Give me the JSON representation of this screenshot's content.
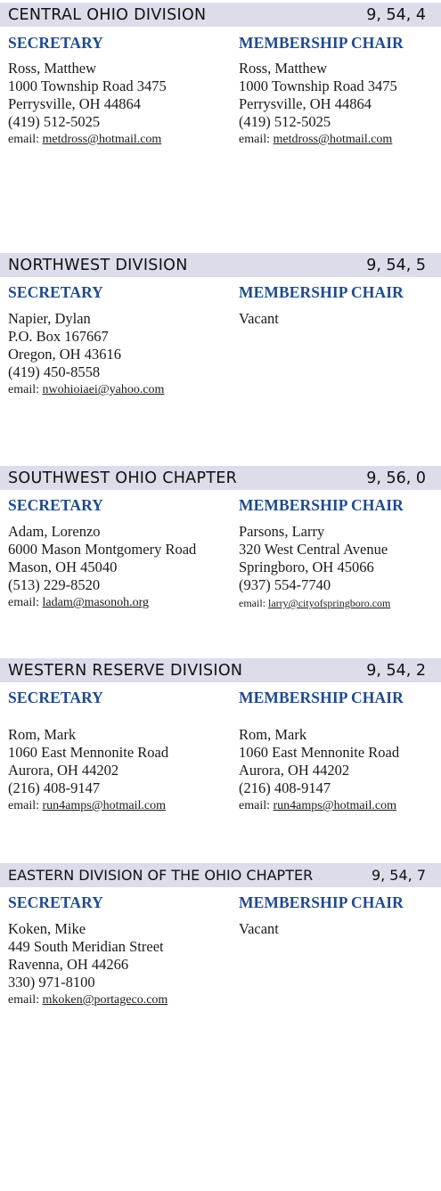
{
  "sections": [
    {
      "title": "CENTRAL OHIO DIVISION",
      "code": "9, 54, 4",
      "secretary": {
        "heading": "SECRETARY",
        "name": "Ross, Matthew",
        "address1": "1000 Township Road 3475",
        "address2": "Perrysville, OH 44864",
        "phone": "(419) 512-5025",
        "email_label": "email: ",
        "email": "metdross@hotmail.com"
      },
      "membership": {
        "heading": "MEMBERSHIP CHAIR",
        "name": "Ross, Matthew",
        "address1": "1000 Township Road 3475",
        "address2": "Perrysville, OH 44864",
        "phone": "(419) 512-5025",
        "email_label": "email: ",
        "email": "metdross@hotmail.com"
      }
    },
    {
      "title": "NORTHWEST DIVISION",
      "code": "9, 54, 5",
      "secretary": {
        "heading": "SECRETARY",
        "name": "Napier, Dylan",
        "address1": "P.O. Box 167667",
        "address2": "Oregon, OH 43616",
        "phone": "(419) 450-8558",
        "email_label": "email: ",
        "email": "nwohioiaei@yahoo.com"
      },
      "membership": {
        "heading": "MEMBERSHIP CHAIR",
        "name": "Vacant"
      }
    },
    {
      "title": "SOUTHWEST OHIO CHAPTER",
      "code": "9, 56, 0",
      "secretary": {
        "heading": "SECRETARY",
        "name": "Adam, Lorenzo",
        "address1": "6000 Mason Montgomery Road",
        "address2": "Mason, OH 45040",
        "phone": "(513) 229-8520",
        "email_label": "email: ",
        "email": "ladam@masonoh.org"
      },
      "membership": {
        "heading": "MEMBERSHIP CHAIR",
        "name": "Parsons, Larry",
        "address1": "320 West Central Avenue",
        "address2": "Springboro, OH 45066",
        "phone": "(937) 554-7740",
        "email_label": "email: ",
        "email": "larry@cityofspringboro.com"
      }
    },
    {
      "title": "WESTERN RESERVE DIVISION",
      "code": "9, 54, 2",
      "secretary": {
        "heading": "SECRETARY",
        "name": "Rom, Mark",
        "address1": "1060 East Mennonite Road",
        "address2": "Aurora, OH 44202",
        "phone": "(216) 408-9147",
        "email_label": "email: ",
        "email": "run4amps@hotmail.com"
      },
      "membership": {
        "heading": "MEMBERSHIP CHAIR",
        "name": "Rom, Mark",
        "address1": "1060 East Mennonite Road",
        "address2": "Aurora, OH 44202",
        "phone": "(216) 408-9147",
        "email_label": "email: ",
        "email": "run4amps@hotmail.com"
      }
    },
    {
      "title": "EASTERN DIVISION OF THE OHIO CHAPTER",
      "code": "9, 54, 7",
      "secretary": {
        "heading": "SECRETARY",
        "name": "Koken, Mike",
        "address1": "449 South Meridian Street",
        "address2": "Ravenna, OH 44266",
        "phone": "330) 971-8100",
        "email_label": "email: ",
        "email": "mkoken@portageco.com"
      },
      "membership": {
        "heading": "MEMBERSHIP CHAIR",
        "name": "Vacant"
      }
    }
  ]
}
